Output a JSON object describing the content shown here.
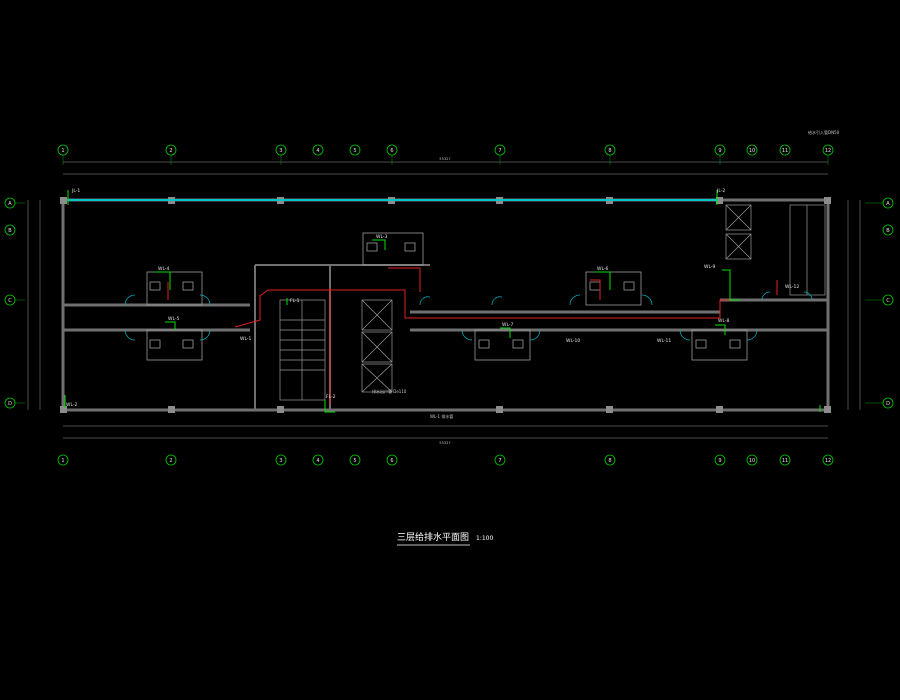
{
  "title": "三层给排水平面图",
  "scale": "1:100",
  "axes_top": [
    "1",
    "2",
    "3",
    "4",
    "5",
    "6",
    "7",
    "8",
    "9",
    "10",
    "11",
    "12"
  ],
  "axes_side": [
    "A",
    "B",
    "C",
    "D"
  ],
  "total_dimension": "55327",
  "pipe_tags": [
    "JL-1",
    "JL-2",
    "FL-1",
    "FL-2",
    "WL-1",
    "WL-2",
    "WL-3",
    "WL-4",
    "WL-5",
    "WL-6",
    "WL-7",
    "WL-8",
    "WL-9",
    "WL-10",
    "WL-11",
    "WL-12"
  ],
  "notes": {
    "top_right": "给水引入管DN50",
    "mid": "排水出户管 De110",
    "bottom": "WL-1 排水管"
  },
  "colors": {
    "background": "#000000",
    "wall": "#6e6e6e",
    "supply_pipe": "#00c8c8",
    "drain_pipe": "#e02020",
    "fixture": "#00e000",
    "axis_bubble": "#00cc00"
  }
}
